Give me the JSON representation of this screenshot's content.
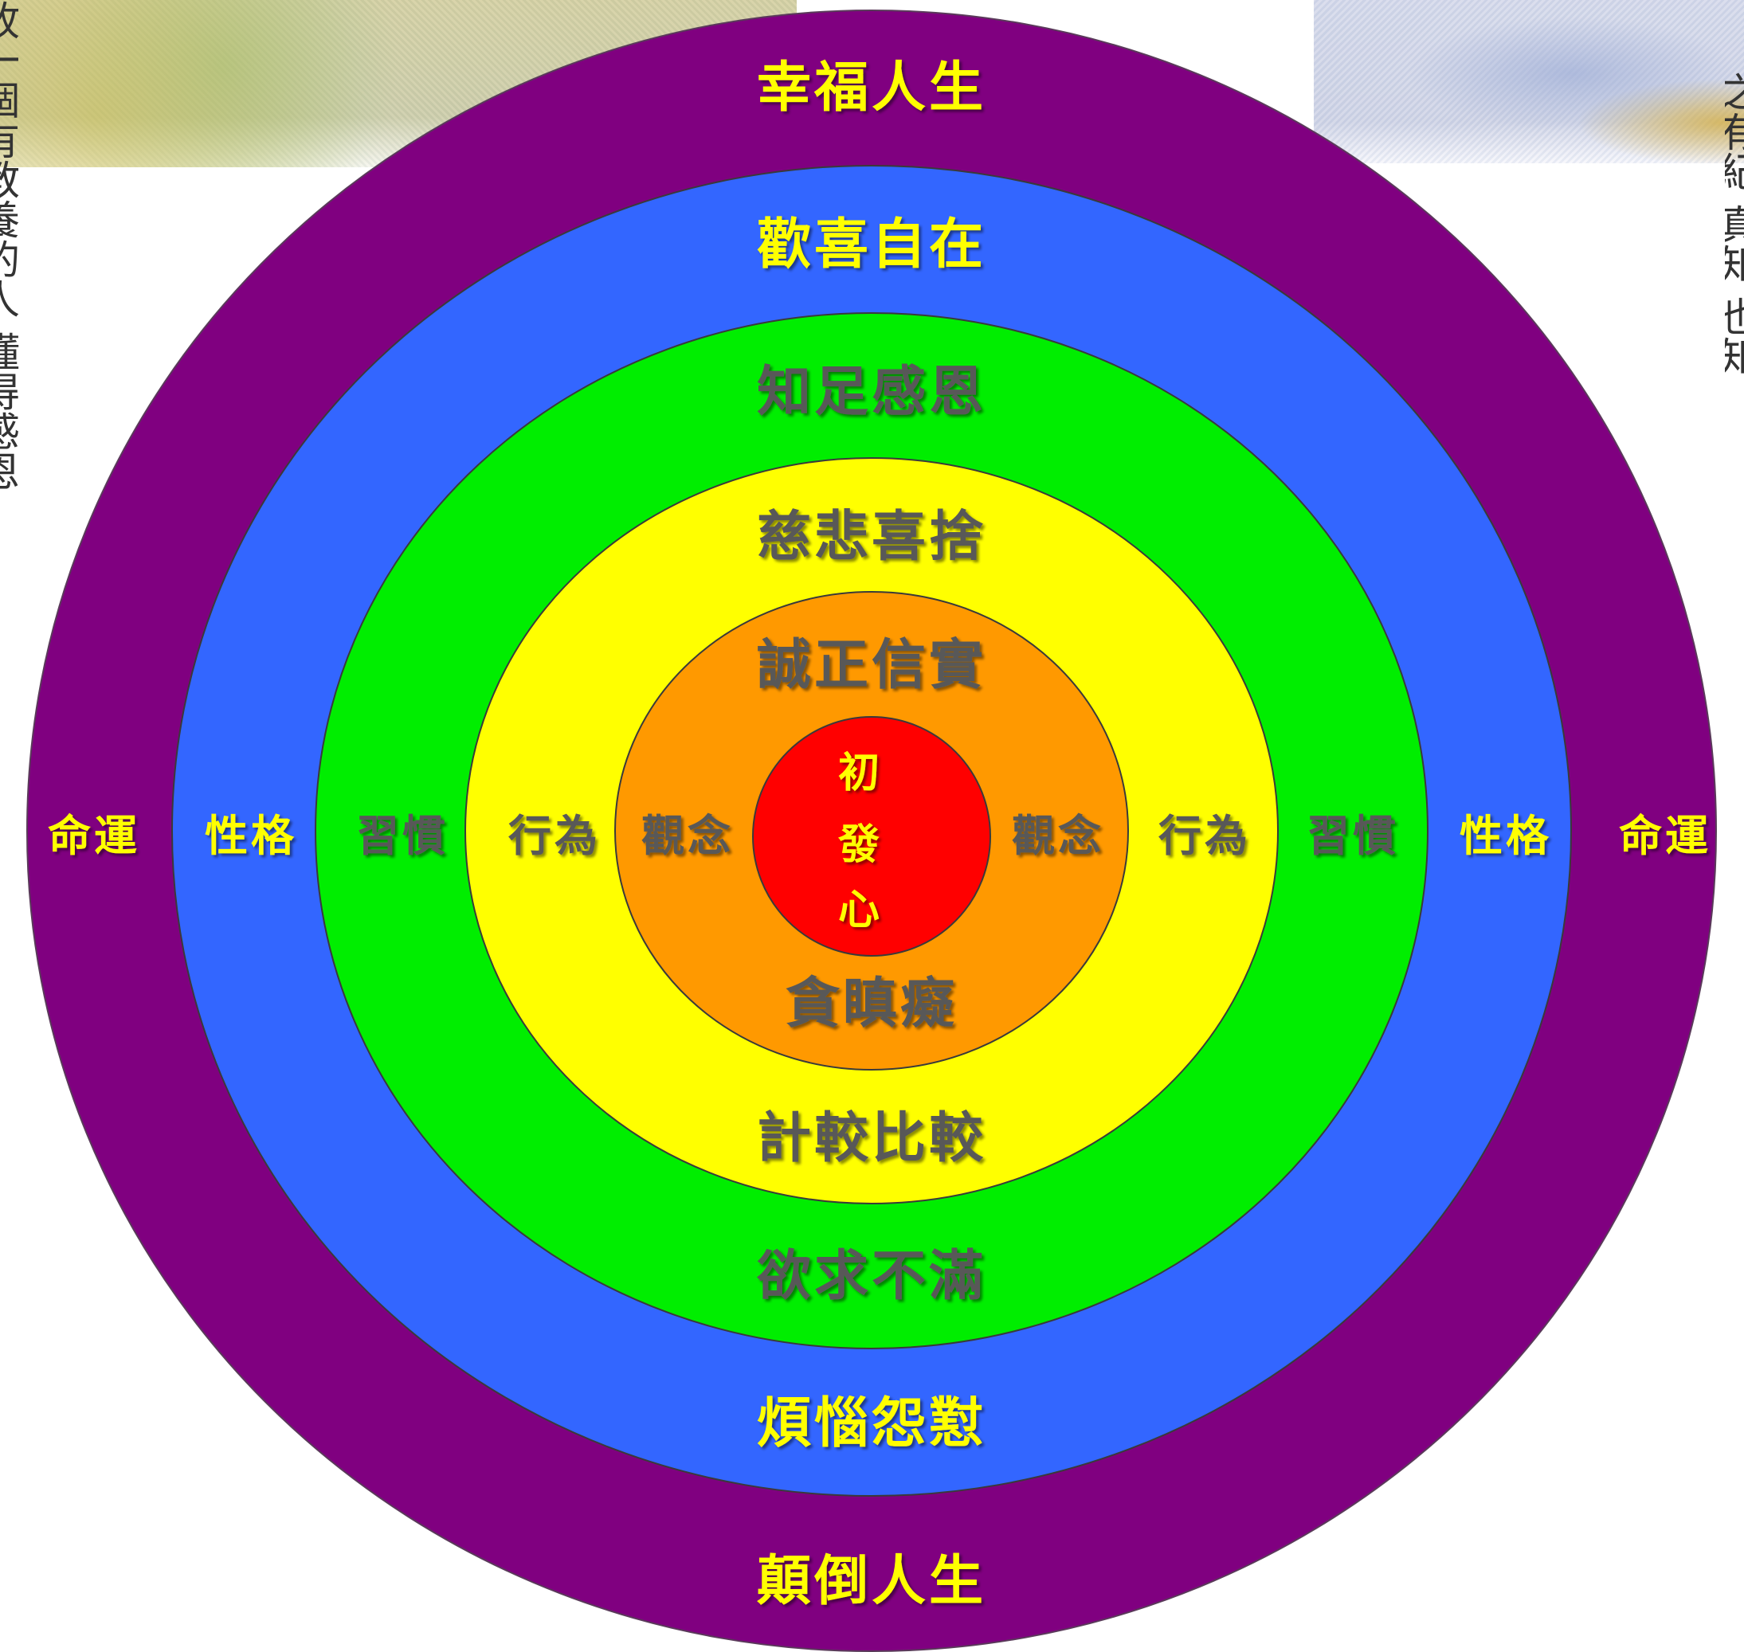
{
  "colors": {
    "purple": "#800080",
    "blue": "#3366ff",
    "green": "#00ee00",
    "yellow": "#ffff00",
    "orange": "#ff9900",
    "red": "#ff0000",
    "label_yellow": "#ffff00",
    "label_gray": "#595959"
  },
  "edges": {
    "left_text": "故一個有教養的人 懂得感恩",
    "right_text": "之有紀 真知 也知"
  },
  "rings": [
    {
      "key": "purple",
      "top_label": "幸福人生",
      "bottom_label": "顛倒人生",
      "side_label": "命運"
    },
    {
      "key": "blue",
      "top_label": "歡喜自在",
      "bottom_label": "煩惱怨懟",
      "side_label": "性格"
    },
    {
      "key": "green",
      "top_label": "知足感恩",
      "bottom_label": "欲求不滿",
      "side_label": "習慣"
    },
    {
      "key": "yellow",
      "top_label": "慈悲喜捨",
      "bottom_label": "計較比較",
      "side_label": "行為"
    },
    {
      "key": "orange",
      "top_label": "誠正信實",
      "bottom_label": "貪瞋癡",
      "side_label": "觀念"
    }
  ],
  "center": {
    "chars": [
      "初",
      "發",
      "心"
    ]
  }
}
